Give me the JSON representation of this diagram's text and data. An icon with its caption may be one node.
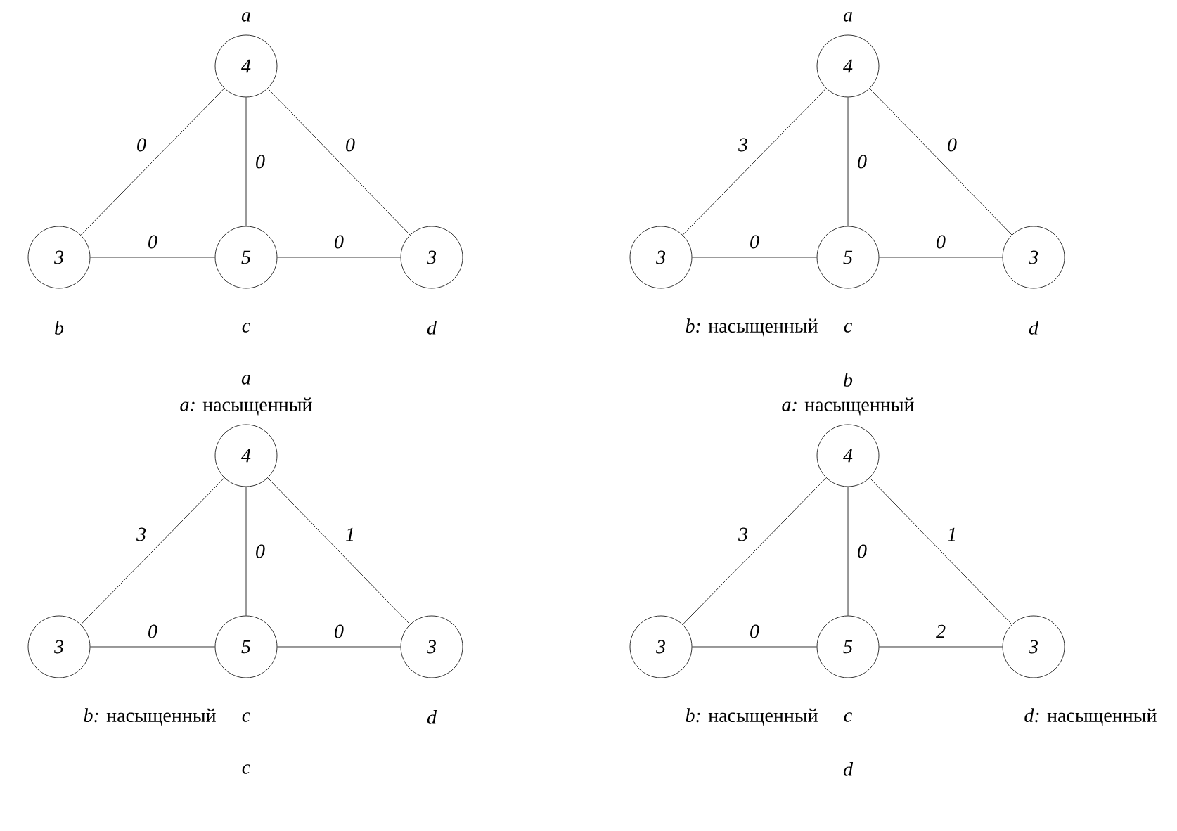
{
  "diagram": {
    "nodes": [
      {
        "text": [
          "4"
        ],
        "beside": [
          "a"
        ]
      },
      {
        "text": [
          "3"
        ],
        "beside": [
          "b"
        ]
      },
      {
        "text": [
          "5"
        ],
        "beside": [
          "c"
        ]
      },
      {
        "text": [
          "3"
        ],
        "beside": [
          "d"
        ]
      },
      {
        "text": [
          "4"
        ],
        "beside": [
          "a"
        ]
      },
      {
        "text": [
          "3"
        ],
        "beside": [
          "*b:* насыщенный"
        ]
      },
      {
        "text": [
          "5"
        ],
        "beside": [
          "c"
        ]
      },
      {
        "text": [
          "3"
        ],
        "beside": [
          "d"
        ]
      },
      {
        "text": [
          "4"
        ],
        "beside": [
          "*a:* насыщенный"
        ]
      },
      {
        "text": [
          "3"
        ],
        "beside": [
          "*b:* насыщенный"
        ]
      },
      {
        "text": [
          "5"
        ],
        "beside": [
          "c"
        ]
      },
      {
        "text": [
          "3"
        ],
        "beside": [
          "d"
        ]
      },
      {
        "text": [
          "4"
        ],
        "beside": [
          "*a:* насыщенный"
        ]
      },
      {
        "text": [
          "3"
        ],
        "beside": [
          "*b:* насыщенный"
        ]
      },
      {
        "text": [
          "5"
        ],
        "beside": [
          "c"
        ]
      },
      {
        "text": [
          "3"
        ],
        "beside": [
          "*d:* насыщенный"
        ]
      }
    ],
    "edges": [
      {
        "from": 0,
        "to": 1,
        "arrow": "none",
        "label": "0"
      },
      {
        "from": 0,
        "to": 2,
        "arrow": "none",
        "label": "0"
      },
      {
        "from": 0,
        "to": 3,
        "arrow": "none",
        "label": "0"
      },
      {
        "from": 1,
        "to": 2,
        "arrow": "none",
        "label": "0"
      },
      {
        "from": 2,
        "to": 3,
        "arrow": "none",
        "label": "0"
      },
      {
        "from": 4,
        "to": 5,
        "arrow": "none",
        "label": "3"
      },
      {
        "from": 4,
        "to": 6,
        "arrow": "none",
        "label": "0"
      },
      {
        "from": 4,
        "to": 7,
        "arrow": "none",
        "label": "0"
      },
      {
        "from": 5,
        "to": 6,
        "arrow": "none",
        "label": "0"
      },
      {
        "from": 6,
        "to": 7,
        "arrow": "none",
        "label": "0"
      },
      {
        "from": 8,
        "to": 9,
        "arrow": "none",
        "label": "3"
      },
      {
        "from": 8,
        "to": 10,
        "arrow": "none",
        "label": "0"
      },
      {
        "from": 8,
        "to": 11,
        "arrow": "none",
        "label": "1"
      },
      {
        "from": 9,
        "to": 10,
        "arrow": "none",
        "label": "0"
      },
      {
        "from": 10,
        "to": 11,
        "arrow": "none",
        "label": "0"
      },
      {
        "from": 12,
        "to": 13,
        "arrow": "none",
        "label": "3"
      },
      {
        "from": 12,
        "to": 14,
        "arrow": "none",
        "label": "0"
      },
      {
        "from": 12,
        "to": 15,
        "arrow": "none",
        "label": "1"
      },
      {
        "from": 13,
        "to": 14,
        "arrow": "none",
        "label": "0"
      },
      {
        "from": 14,
        "to": 15,
        "arrow": "none",
        "label": "2"
      }
    ],
    "labels": [
      "a",
      "b",
      "c",
      "d"
    ]
  }
}
